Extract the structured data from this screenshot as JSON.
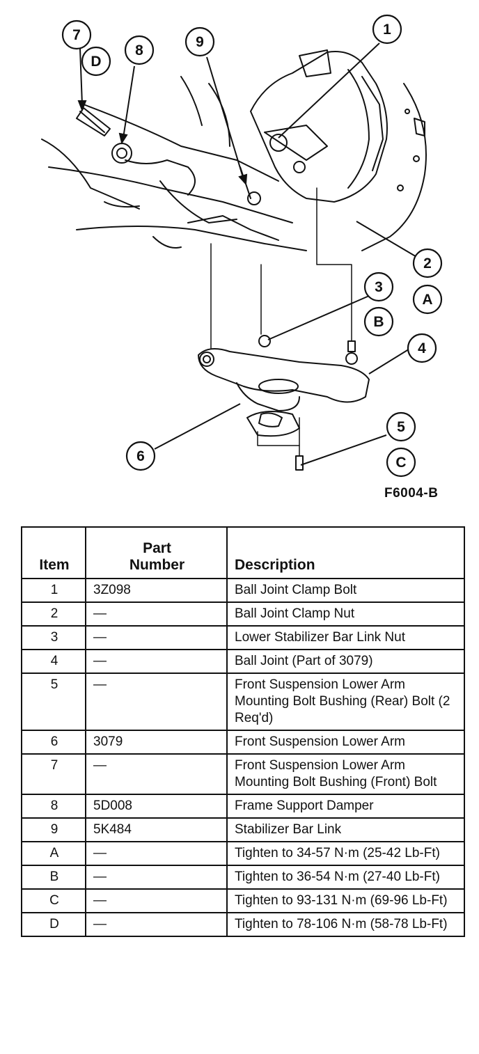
{
  "diagram": {
    "callouts": [
      "1",
      "2",
      "3",
      "4",
      "5",
      "6",
      "7",
      "8",
      "9"
    ],
    "torque_letters": [
      "A",
      "B",
      "C",
      "D"
    ],
    "figure_id": "F6004-B"
  },
  "table": {
    "headers": {
      "item": "Item",
      "part_number": "Part\nNumber",
      "description": "Description"
    },
    "rows": [
      {
        "item": "1",
        "part": "3Z098",
        "desc": "Ball Joint Clamp Bolt"
      },
      {
        "item": "2",
        "part": "—",
        "desc": "Ball Joint Clamp Nut"
      },
      {
        "item": "3",
        "part": "—",
        "desc": "Lower Stabilizer Bar Link Nut"
      },
      {
        "item": "4",
        "part": "—",
        "desc": "Ball Joint (Part of 3079)"
      },
      {
        "item": "5",
        "part": "—",
        "desc": "Front Suspension Lower Arm Mounting Bolt Bushing (Rear) Bolt (2 Req'd)"
      },
      {
        "item": "6",
        "part": "3079",
        "desc": "Front Suspension Lower Arm"
      },
      {
        "item": "7",
        "part": "—",
        "desc": "Front Suspension Lower Arm Mounting Bolt Bushing (Front) Bolt"
      },
      {
        "item": "8",
        "part": "5D008",
        "desc": "Frame Support Damper"
      },
      {
        "item": "9",
        "part": "5K484",
        "desc": "Stabilizer Bar Link"
      },
      {
        "item": "A",
        "part": "—",
        "desc": "Tighten to 34-57 N·m (25-42 Lb-Ft)"
      },
      {
        "item": "B",
        "part": "—",
        "desc": "Tighten to 36-54 N·m (27-40 Lb-Ft)"
      },
      {
        "item": "C",
        "part": "—",
        "desc": "Tighten to 93-131 N·m (69-96 Lb-Ft)"
      },
      {
        "item": "D",
        "part": "—",
        "desc": "Tighten to 78-106 N·m (58-78 Lb-Ft)"
      }
    ]
  }
}
